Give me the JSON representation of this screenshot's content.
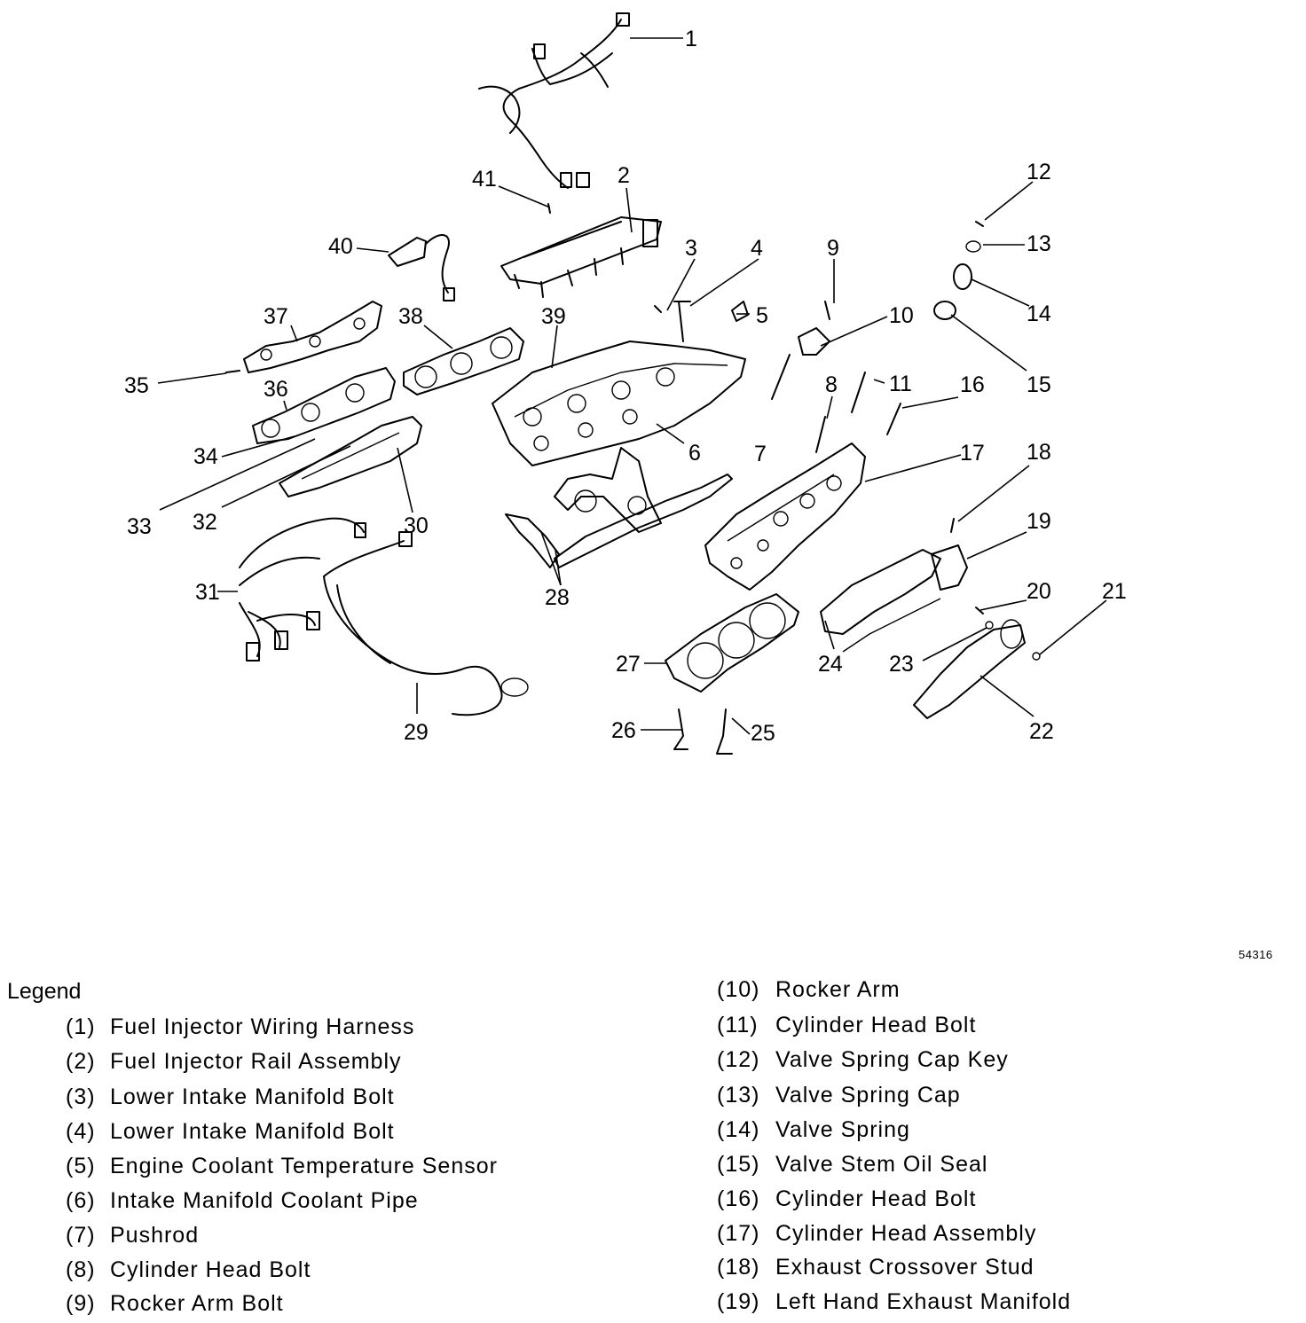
{
  "figure_id": "54316",
  "legend": {
    "title": "Legend",
    "items": [
      {
        "num": "(1)",
        "label": "Fuel Injector Wiring Harness"
      },
      {
        "num": "(2)",
        "label": "Fuel Injector Rail Assembly"
      },
      {
        "num": "(3)",
        "label": "Lower Intake Manifold Bolt"
      },
      {
        "num": "(4)",
        "label": "Lower Intake Manifold Bolt"
      },
      {
        "num": "(5)",
        "label": "Engine Coolant Temperature Sensor"
      },
      {
        "num": "(6)",
        "label": "Intake Manifold Coolant Pipe"
      },
      {
        "num": "(7)",
        "label": "Pushrod"
      },
      {
        "num": "(8)",
        "label": "Cylinder Head Bolt"
      },
      {
        "num": "(9)",
        "label": "Rocker Arm Bolt"
      },
      {
        "num": "(10)",
        "label": "Rocker Arm"
      },
      {
        "num": "(11)",
        "label": "Cylinder Head Bolt"
      },
      {
        "num": "(12)",
        "label": "Valve Spring Cap Key"
      },
      {
        "num": "(13)",
        "label": "Valve Spring Cap"
      },
      {
        "num": "(14)",
        "label": "Valve Spring"
      },
      {
        "num": "(15)",
        "label": "Valve Stem Oil Seal"
      },
      {
        "num": "(16)",
        "label": "Cylinder Head Bolt"
      },
      {
        "num": "(17)",
        "label": "Cylinder Head Assembly"
      },
      {
        "num": "(18)",
        "label": "Exhaust Crossover Stud"
      },
      {
        "num": "(19)",
        "label": "Left Hand Exhaust Manifold"
      }
    ]
  },
  "callouts": [
    "1",
    "2",
    "3",
    "4",
    "5",
    "6",
    "7",
    "8",
    "9",
    "10",
    "11",
    "12",
    "13",
    "14",
    "15",
    "16",
    "17",
    "18",
    "19",
    "20",
    "21",
    "22",
    "23",
    "24",
    "25",
    "26",
    "27",
    "28",
    "29",
    "30",
    "31",
    "32",
    "33",
    "34",
    "35",
    "36",
    "37",
    "38",
    "39",
    "40",
    "41"
  ]
}
